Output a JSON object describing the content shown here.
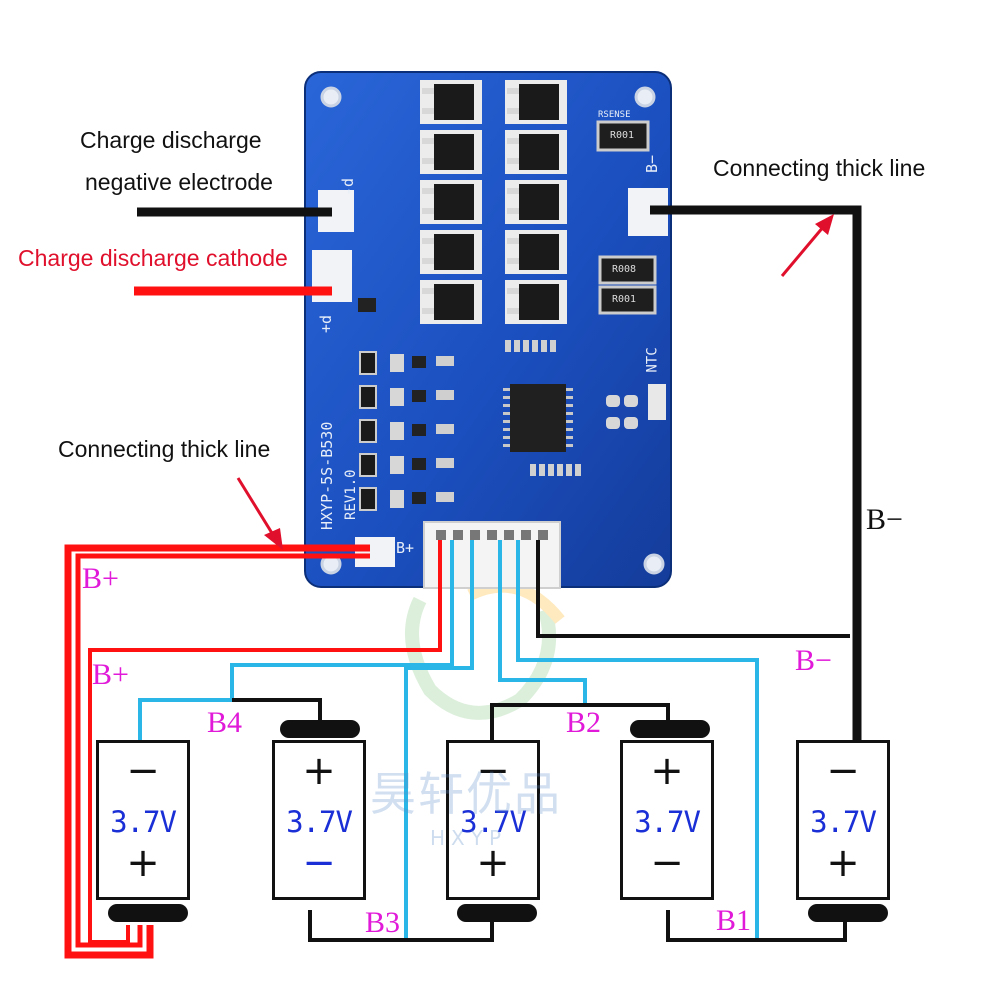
{
  "labels": {
    "charge_discharge_line1": "Charge discharge",
    "charge_discharge_line2": "negative electrode",
    "charge_discharge_cathode": "Charge discharge cathode",
    "connecting_thick_line_left": "Connecting thick line",
    "connecting_thick_line_right": "Connecting thick line"
  },
  "wire_tags": {
    "b_plus_1": "B+",
    "b_plus_2": "B+",
    "b4": "B4",
    "b3": "B3",
    "b2": "B2",
    "b1": "B1",
    "b_minus_pink": "B−",
    "b_minus_black": "B−"
  },
  "board": {
    "model": "HXYP-5S-B530",
    "revision": "REV1.0",
    "pad_p_minus": "-d",
    "pad_p_plus": "+d",
    "pad_b_minus": "B−",
    "pad_b_plus": "B+",
    "ntc": "NTC",
    "rsense": "RSENSE",
    "resistor_1": "R001",
    "resistor_2": "R008",
    "resistor_3": "R001"
  },
  "cells": [
    {
      "top": "−",
      "voltage": "3.7V",
      "bottom": "+"
    },
    {
      "top": "+",
      "voltage": "3.7V",
      "bottom": "−"
    },
    {
      "top": "−",
      "voltage": "3.7V",
      "bottom": "+"
    },
    {
      "top": "+",
      "voltage": "3.7V",
      "bottom": "−"
    },
    {
      "top": "−",
      "voltage": "3.7V",
      "bottom": "+"
    }
  ],
  "watermark": {
    "main": "昊轩优品",
    "sub": "HXYP"
  },
  "colors": {
    "board_blue": "#1b4fbf",
    "wire_red": "#ff1111",
    "wire_black": "#111111",
    "wire_blue": "#2ab6e6",
    "tag_magenta": "#e01ad8",
    "cathode_red": "#e0102c",
    "volt_blue": "#1a2fd6"
  }
}
